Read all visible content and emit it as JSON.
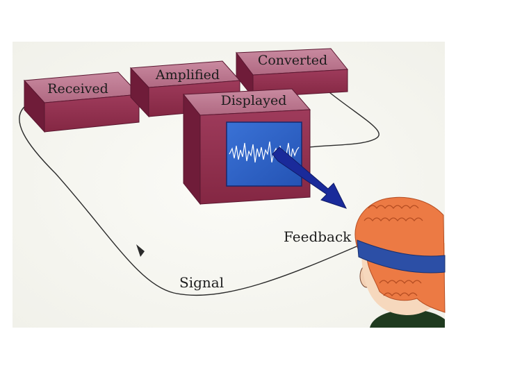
{
  "boxes": {
    "received": "Received",
    "amplified": "Amplified",
    "converted": "Converted",
    "displayed": "Displayed"
  },
  "labels": {
    "feedback": "Feedback",
    "signal": "Signal"
  },
  "colors": {
    "box_top": "#b96f87",
    "box_front": "#93304f",
    "box_side": "#6f1c39",
    "screen": "#2f64c6",
    "arrow": "#1a2a9a",
    "hair": "#ec7a44",
    "headband": "#2c4fa6",
    "collar": "#1f3a1f"
  }
}
